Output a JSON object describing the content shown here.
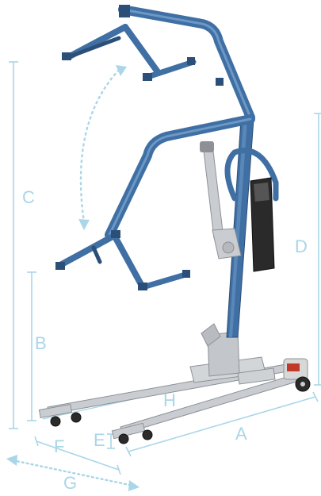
{
  "colors": {
    "frame": "#3f6fa3",
    "frame_light": "#6b98c6",
    "frame_dark": "#2b4f78",
    "steel": "#c9ccd0",
    "steel_dark": "#8d9196",
    "dimension": "#a9d6e8",
    "motion_arrow": "#a9d6e8",
    "battery": "#2a2a2a",
    "accent_red": "#c0392b",
    "wheel": "#2b2b2b"
  },
  "labels": {
    "A": "A",
    "B": "B",
    "C": "C",
    "D": "D",
    "E": "E",
    "F": "F",
    "G": "G",
    "H": "H"
  }
}
